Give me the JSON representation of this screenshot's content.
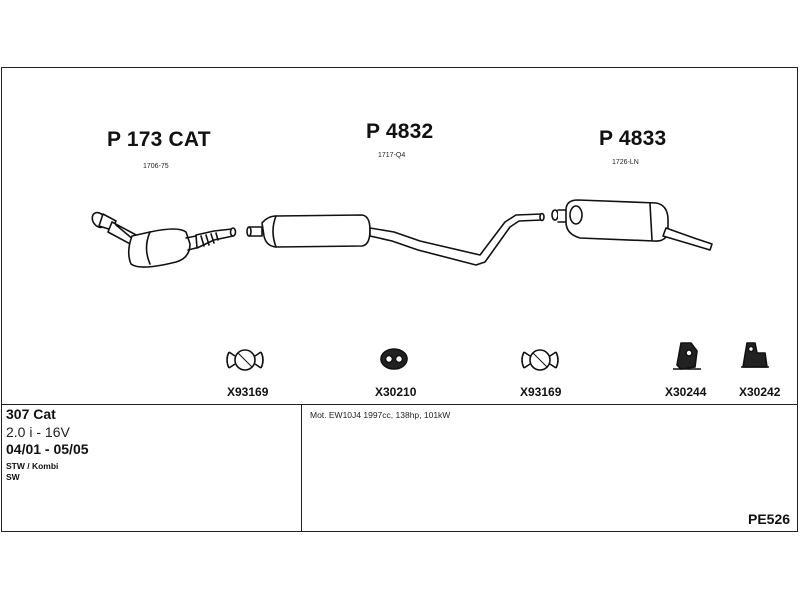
{
  "parts": [
    {
      "code": "P 173 CAT",
      "sub": "1706-75"
    },
    {
      "code": "P 4832",
      "sub": "1717-Q4"
    },
    {
      "code": "P 4833",
      "sub": "1726-LN"
    }
  ],
  "accessories": [
    {
      "code": "X93169",
      "icon": "clamp-icon"
    },
    {
      "code": "X30210",
      "icon": "rubber-ring-icon"
    },
    {
      "code": "X93169",
      "icon": "clamp-icon"
    },
    {
      "code": "X30244",
      "icon": "hanger-icon"
    },
    {
      "code": "X30242",
      "icon": "bracket-icon"
    }
  ],
  "vehicle": {
    "model": "307 Cat",
    "engine": "2.0 i - 16V",
    "dates": "04/01 - 05/05",
    "body_1": "STW / Kombi",
    "body_2": "SW"
  },
  "motor_info": "Mot. EW10J4 1997cc, 138hp, 101kW",
  "reference": "PE526"
}
